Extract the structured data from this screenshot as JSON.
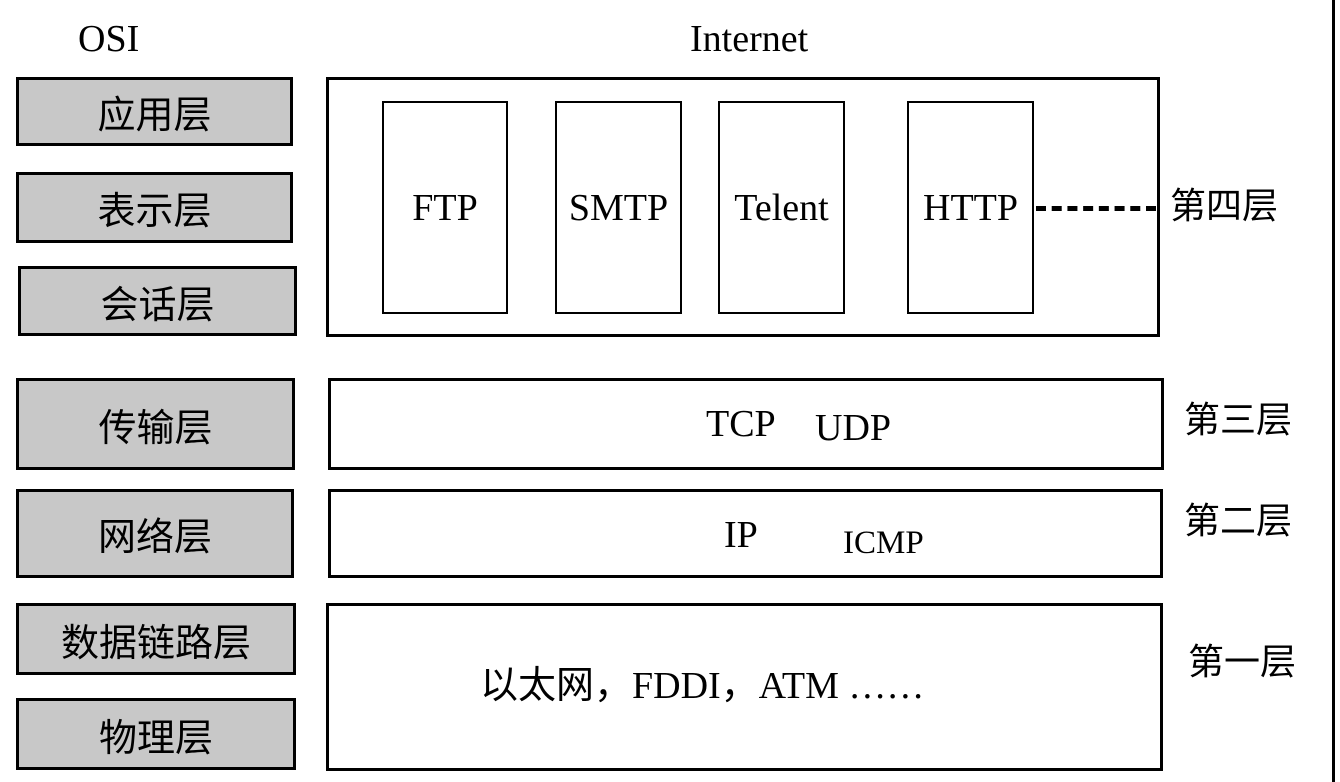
{
  "headers": {
    "osi": "OSI",
    "internet": "Internet"
  },
  "osi_layers": [
    "应用层",
    "表示层",
    "会话层",
    "传输层",
    "网络层",
    "数据链路层",
    "物理层"
  ],
  "application_protocols": [
    "FTP",
    "SMTP",
    "Telent",
    "HTTP"
  ],
  "transport": {
    "tcp": "TCP",
    "udp": "UDP"
  },
  "network": {
    "ip": "IP",
    "icmp": "ICMP"
  },
  "link": {
    "text": "以太网，FDDI，ATM ……"
  },
  "internet_layers": {
    "fourth": "第四层",
    "third": "第三层",
    "second": "第二层",
    "first": "第一层"
  }
}
